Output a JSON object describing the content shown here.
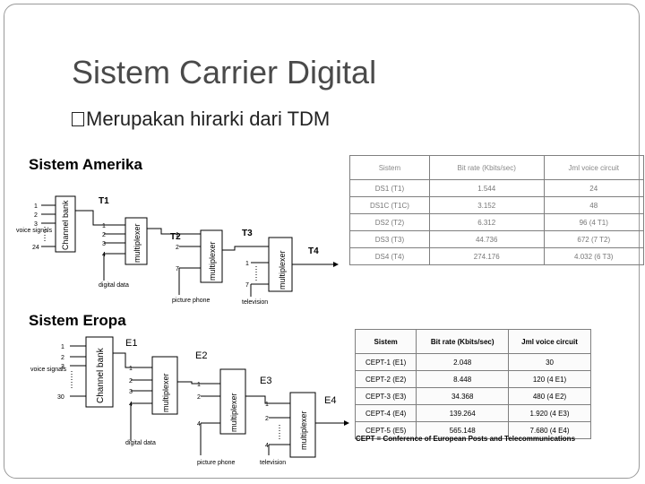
{
  "slide": {
    "title": "Sistem Carrier Digital",
    "bullet": "Merupakan hirarki dari TDM"
  },
  "america": {
    "heading": "Sistem Amerika",
    "channel_bank": "Channel bank",
    "multiplexer": "multiplexer",
    "levels": [
      "T1",
      "T2",
      "T3",
      "T4"
    ],
    "inputs_labels": [
      "1",
      "2",
      "3",
      "24"
    ],
    "mux1_inputs": [
      "1",
      "2",
      "3",
      "4"
    ],
    "mux2_inputs": [
      "1",
      "2",
      "7"
    ],
    "mux3_inputs": [
      "1",
      "7"
    ],
    "voice_signals": "voice signals",
    "digital_data": "digital data",
    "picture_phone": "picture phone",
    "television": "television",
    "table": {
      "headers": [
        "Sistem",
        "Bit rate (Kbits/sec)",
        "Jml voice circuit"
      ],
      "rows": [
        [
          "DS1 (T1)",
          "1.544",
          "24"
        ],
        [
          "DS1C (T1C)",
          "3.152",
          "48"
        ],
        [
          "DS2 (T2)",
          "6.312",
          "96 (4 T1)"
        ],
        [
          "DS3 (T3)",
          "44.736",
          "672 (7 T2)"
        ],
        [
          "DS4 (T4)",
          "274.176",
          "4.032 (6 T3)"
        ]
      ]
    }
  },
  "europe": {
    "heading": "Sistem Eropa",
    "channel_bank": "Channel bank",
    "multiplexer": "multiplexer",
    "levels": [
      "E1",
      "E2",
      "E3",
      "E4"
    ],
    "inputs_labels": [
      "1",
      "2",
      "3",
      "30"
    ],
    "mux1_inputs": [
      "1",
      "2",
      "3",
      "4"
    ],
    "mux2_inputs": [
      "1",
      "2",
      "4"
    ],
    "mux3_inputs": [
      "1",
      "2",
      "4"
    ],
    "voice_signals": "voice signals",
    "digital_data": "digital data",
    "picture_phone": "picture phone",
    "television": "television",
    "table": {
      "headers": [
        "Sistem",
        "Bit rate (Kbits/sec)",
        "Jml voice circuit"
      ],
      "rows": [
        [
          "CEPT-1 (E1)",
          "2.048",
          "30"
        ],
        [
          "CEPT-2 (E2)",
          "8.448",
          "120 (4 E1)"
        ],
        [
          "CEPT-3 (E3)",
          "34.368",
          "480 (4 E2)"
        ],
        [
          "CEPT-4 (E4)",
          "139.264",
          "1.920 (4 E3)"
        ],
        [
          "CEPT-5 (E5)",
          "565.148",
          "7.680 (4 E4)"
        ]
      ],
      "footnote": "CEPT = Conference of European Posts and Telecommunications"
    }
  }
}
